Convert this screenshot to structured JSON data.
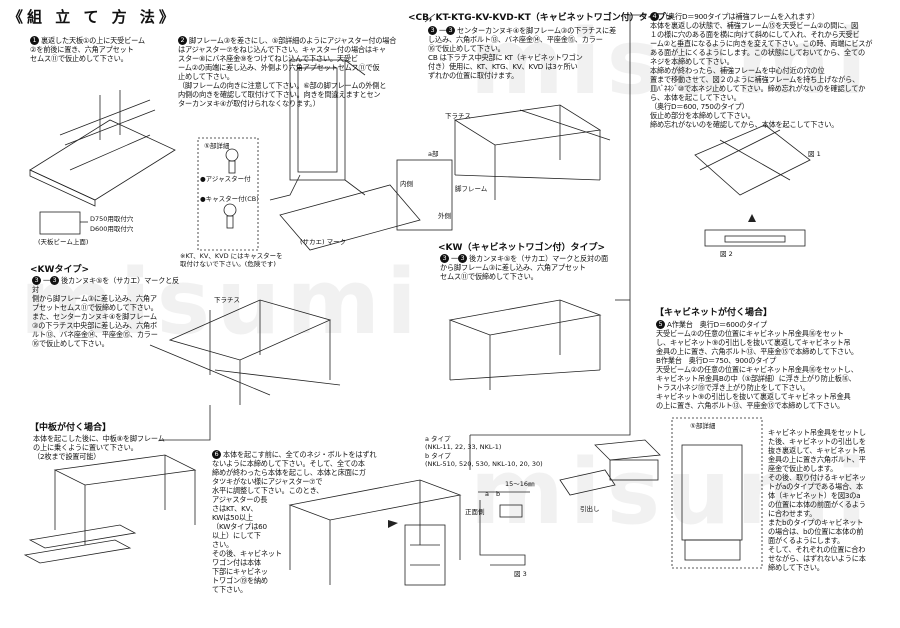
{
  "title": "《組 立 て 方 法》",
  "watermark": "misumi",
  "steps": {
    "s1": {
      "num": "1",
      "text": "裏返した天板①の上に天受ビーム\n②を前後に置き、六角アプセット\nセムス⑪で仮止めして下さい。"
    },
    "s2": {
      "num": "2",
      "text": "脚フレーム③を差さにし、⑤部詳細のようにアジャスター付の場合\nはアジャスター⑦をねじ込んで下さい。キャスター付の場合はキャ\nスター⑧にバネ座金⑨をつけてねじ込んで下さい。天受ビ\nーム②の両端に差し込み、外側より六角アプセットセムス⑪で仮\n止めして下さい。\n（脚フレームの向きに注意して下さい。⑥部の脚フレームの外側と\n内側の向きを確認して取付けて下さい。向きを間違えますとセン\nターカンヌキ④が取付けられなくなります。）"
    },
    "cb_header": "<CB, KT-KTG-KV-KVD-KT（キャビネットワゴン付）タイプ>",
    "cb": {
      "num": "3",
      "num2": "一",
      "text": "センターカンヌキ④を脚フレーム③の下ラチスに差\nし込み、六角ボルト⑬、バネ座金⑭、平座金⑮、カラー\n⑯で仮止めして下さい。\nCB は下ラチス中央部に KT（キャビネットワゴン\n付き）使用に、KT、KTG、KV、KVD は3ヶ所い\nずれかの位置に取付けます。"
    },
    "s4": {
      "num": "4",
      "text": "（奥行D＝900タイプは補強フレームを入れます）\n本体を裏返しの状態で、補強フレーム⑮を天受ビーム②の間に、図\n１の様に穴のある面を横に向けて斜めにして入れ、それから天受ビ\nーム②と垂直になるように向きを変えて下さい。この時、両端にビスが\nある面が上にくるようにします。この状態にしておいてから、全ての\nネジを本締めして下さい。\n本締めが終わったら、補強フレームを中心付近の穴の位\n置まで移動させて、図２のように補強フレームを持ち上げながら、\n皿ﾊﾞﾈﾈｼﾞ⑩で本ネジ止めして下さい。締め忘れがないのを確認してか\nら、本体を起こして下さい。\n（奥行D＝600, 750のタイプ）\n仮止め部分を本締めして下さい。\n締め忘れがないのを確認してから、本体を起こして下さい。"
    },
    "kw_header": "<KWタイプ>",
    "kw": {
      "num": "3",
      "num2": "一",
      "text": "後カンヌキ⑤を（サカエ）マークと反対\n側から脚フレーム③に差し込み、六角ア\nプセットセムス⑪で仮締めして下さい。\nまた、センターカンヌキ④を脚フレーム\n③の下ラチス中央部に差し込み、六角ボ\nルト⑬、バネ座金⑭、平座金⑮、カラー\n⑯で仮止めして下さい。"
    },
    "kwcab_header": "<KW（キャビネットワゴン付）タイプ>",
    "kwcab": {
      "num": "3",
      "num2": "一",
      "text": "後カンヌキ⑤を（サカエ）マークと反対の面\nから脚フレーム③に差し込み、六角アプセット\nセムス⑪で仮締めして下さい。"
    },
    "mid_header": "【中板が付く場合】",
    "mid": {
      "text": "本体を起こした後に、中板⑧を脚フレーム\nの上に乗くように置いて下さい。\n（2枚まで設置可能）"
    },
    "s6": {
      "num": "6",
      "text": "本体を起こす前に、全てのネジ・ボルトをはずれ\nないように本締めして下さい。そして、全ての本\n締めが終わったら本体を起こし、本体と床面にガ\nタツキがない様にアジャスター⑦で\n水平に調整して下さい。このとき、\nアジャスターの長\nさはKT、KV、\nKWは50以上\n（KWタイプは60\n以上）にして下\nさい。\nその後、キャビネット\nワゴン付は本体\n下部にキャビネッ\nトワゴン⑲を納め\nて下さい。"
    },
    "cab_header": "【キャビネットが付く場合】",
    "s5": {
      "num": "5",
      "text": "A作業台　奥行D＝600のタイプ\n天受ビーム②の任意の位置にキャビネット吊金具⑯をセット\nし、キャビネット⑨の引出しを抜いて裏返してキャビネット吊\n金具の上に置き、六角ボルト⑬、平座金⑮で本締めして下さい。\nB作業台　奥行D＝750、900のタイプ\n天受ビーム②の任意の位置にキャビネット吊金具⑯をセットし、\nキャビネット吊金具Bの中（⑤部詳細）に浮き上がり防止板⑯、\nトラス小ネジ⑲で浮き上がり防止をして下さい。\nキャビネット⑨の引出しを抜いて裏返してキャビネット吊金具\nの上に置き、六角ボルト⑬、平座金⑮で本締めして下さい。"
    },
    "cab_side": {
      "text": "キャビネット吊金具をセットし\nた後、キャビネットの引出しを\n抜き裏返して、キャビネット吊\n金具の上に置き六角ボルト、平\n座金で仮止めします。\nその後、取り付けるキャビネッ\nトがaのタイプである場合、本\n体（キャビネット）を図3のa\nの位置に本体の前面がくるよう\nに合わせます。\nまたbのタイプのキャビネット\nの場合は、bの位置に本体の前\n面がくるようにします。\nそして、それぞれの位置に合わ\nせながら、はずれないように本\n締めして下さい。"
    }
  },
  "labels": {
    "detail_a": "⑤部詳細",
    "adjuster": "●アジャスター付",
    "caster": "●キャスター付(CB)",
    "caster_note": "※KT、KV、KVD にはキャスターを\n取付けないで下さい。(危険です)",
    "sakae": "(サカエ) マーク",
    "d750": "D750用取付穴",
    "d600": "D600用取付穴",
    "beam_top": "(天板ビーム上面)",
    "shitaratisu": "下ラチス",
    "shitaratisu2": "下ラチス",
    "uchigawa": "内側",
    "sotogawa": "外側",
    "kyakuframe": "脚フレーム",
    "detail_a2": "a部",
    "fig1": "図 1",
    "fig2": "図 2",
    "fig3": "図 3",
    "type_a": "a タイプ\n(NKL-11, 22, 33, NKL-1)",
    "type_b": "b タイプ\n(NKL-510, 520, 530, NKL-10, 20, 30)",
    "dim": "15～16㎜",
    "front": "正面側",
    "hikidashi": "引出し",
    "detail_b": "⑤部詳細",
    "a_mark": "a",
    "b_mark": "b"
  }
}
